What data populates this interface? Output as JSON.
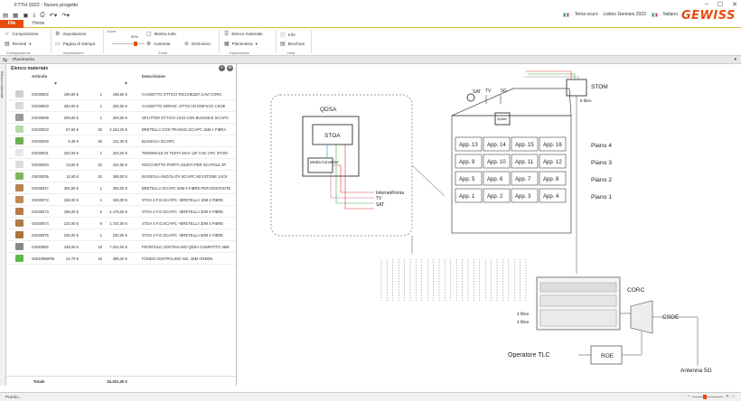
{
  "app": {
    "title": "FTTH 2022 - Nuovo progetto"
  },
  "tabs": {
    "file": "File",
    "home": "Home"
  },
  "top_right": {
    "theme": "Tema scuro",
    "listino": "Listino Gennaio 2022",
    "language": "Italiano",
    "brand": "GEWISS"
  },
  "ribbon": {
    "composizione": "Composizione",
    "recenti": "Recenti",
    "impostazioni": "Impostazioni",
    "pagina_stampa": "Pagina di stampa",
    "zoom_label": "Zoom",
    "zoom_value": "90%",
    "mostra_tutto": "Mostra tutto",
    "aumenta": "Aumenta",
    "diminuisci": "Diminuisci",
    "elenco_materiale": "Elenco materiale",
    "planimetria": "Planimetria",
    "info": "Info",
    "brochure": "Brochure",
    "groups": {
      "configurazione": "Configurazione",
      "impostazioni": "Impostazioni",
      "zoom": "Zoom",
      "esportazioni": "Esportazioni",
      "help": "Help"
    }
  },
  "section": {
    "label": "Planimetria"
  },
  "side_tab": "Elenco materiale",
  "material": {
    "title": "Elenco materiale",
    "columns": {
      "articolo": "Articolo",
      "descrizione": "Descrizione"
    },
    "rows": [
      {
        "code": "GW38002",
        "price": "195,60 €",
        "qty": "1",
        "total": "195,60 €",
        "desc": "CASSETTO OTTICO RICCHEZZA CAVI CORC",
        "color": "#cfcfcf"
      },
      {
        "code": "GW38003",
        "price": "330,00 €",
        "qty": "1",
        "total": "330,00 €",
        "desc": "CASSETTO SERVIZ. OTTICI DI EDIFICIO CSOE",
        "color": "#d8d8d8"
      },
      {
        "code": "GW38009",
        "price": "209,00 €",
        "qty": "1",
        "total": "209,00 €",
        "desc": "SPLITTER OTTICO 1X16 CON BUSSOLE SC/APC",
        "color": "#9a9a9a"
      },
      {
        "code": "GW38023",
        "price": "67,60 €",
        "qty": "32",
        "total": "2.163,20 €",
        "desc": "BRETELLA CON TRANSO SC/APC 15M 1 FIBRA",
        "color": "#b7d9a8"
      },
      {
        "code": "GW38026",
        "price": "5,35 €",
        "qty": "26",
        "total": "131,30 €",
        "desc": "BUSSOLA SC/APC",
        "color": "#6cae4f"
      },
      {
        "code": "GW38031",
        "price": "202,00 €",
        "qty": "1",
        "total": "202,00 €",
        "desc": "TERMINALE DI TESTA MAX 12F 0.5C APC STOM",
        "color": "#e6e6e6"
      },
      {
        "code": "GW38034",
        "price": "13,50 €",
        "qty": "32",
        "total": "432,00 €",
        "desc": "ROCCHETTO PORTA GIUNTI PER SCATOLE 3P",
        "color": "#dcdcdc"
      },
      {
        "code": "GW38035",
        "price": "11,50 €",
        "qty": "32",
        "total": "368,00 €",
        "desc": "BUSSOLA ANGOLATA SC/APC KEYSTONE JACK",
        "color": "#7fb55e"
      },
      {
        "code": "GW38047",
        "price": "305,00 €",
        "qty": "1",
        "total": "305,00 €",
        "desc": "BRETELLA SC/APC 50M 8 FIBRE PER MONTANTE",
        "color": "#b98450"
      },
      {
        "code": "GW38072",
        "price": "158,00 €",
        "qty": "1",
        "total": "158,00 €",
        "desc": "STOA 4 F.O.SC/APC +BRETELLA 15M 4 FIBRE",
        "color": "#c08a55"
      },
      {
        "code": "GW38073",
        "price": "196,00 €",
        "qty": "6",
        "total": "1.176,00 €",
        "desc": "STOA 4 F.O.SC/APC +BRETELLA 30M 4 FIBRE",
        "color": "#b57d45"
      },
      {
        "code": "GW38074",
        "price": "215,00 €",
        "qty": "8",
        "total": "1.720,00 €",
        "desc": "STOA 4 F.O.SC/APC +BRETELLA 30M 4 FIBRE",
        "color": "#b07a44"
      },
      {
        "code": "GW38075",
        "price": "230,00 €",
        "qty": "1",
        "total": "230,00 €",
        "desc": "STOA 4 F.O.SC/APC +BRETELLA 50M 4 FIBRE",
        "color": "#ad7440"
      },
      {
        "code": "GW40992",
        "price": "439,00 €",
        "qty": "16",
        "total": "7.024,00 €",
        "desc": "FRONTALE CENTRALINO QDSA COMPATTO 36M",
        "color": "#888888"
      },
      {
        "code": "GW40966PM",
        "price": "24,70 €",
        "qty": "16",
        "total": "395,20 €",
        "desc": "FONDO CENTRALINO INC. 36M GREEN",
        "color": "#5cb84a"
      }
    ],
    "total_label": "Totale",
    "total_value": "15.201,30 €"
  },
  "diagram": {
    "qdsa": "QDSA",
    "stoa": "STOA",
    "media_converter": "Media Converter",
    "internet": "Internet/Fonia",
    "tv": "TV",
    "sat": "SAT",
    "sat_top": "SAT",
    "tv_top": "TV",
    "g5": "5G",
    "stom": "STOM",
    "fibre8": "8 fibre",
    "splitter": "Splitter",
    "apps": [
      [
        "App. 13",
        "App. 14",
        "App. 15",
        "App. 16"
      ],
      [
        "App. 9",
        "App. 10",
        "App. 11",
        "App. 12"
      ],
      [
        "App. 5",
        "App. 6",
        "App. 7",
        "App. 8"
      ],
      [
        "App. 1",
        "App. 2",
        "App. 3",
        "App. 4"
      ]
    ],
    "floors": [
      "Piano 4",
      "Piano 3",
      "Piano 2",
      "Piano 1"
    ],
    "corc": "CORC",
    "csoe": "CSOE",
    "fibre4a": "4 fibre",
    "fibre4b": "4 fibre",
    "operatore": "Operatore TLC",
    "roe": "ROE",
    "antenna": "Antenna 5G"
  },
  "status": {
    "text": "Pronto..."
  },
  "icons": [
    "composizione-icon",
    "recenti-icon",
    "gear-icon",
    "print-icon",
    "zoom-icon",
    "fit-icon",
    "plus-icon",
    "minus-icon",
    "list-icon",
    "plan-icon",
    "info-icon",
    "brochure-icon"
  ]
}
